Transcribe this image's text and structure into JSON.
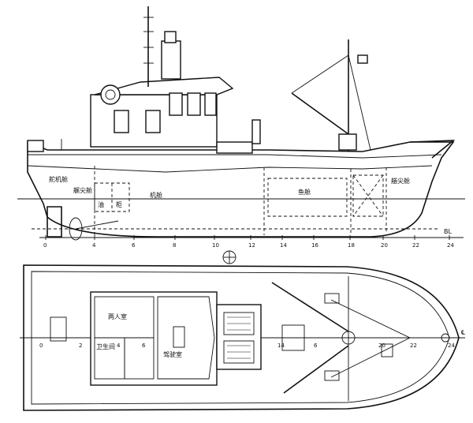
{
  "side_view": {
    "labels": {
      "steering_gear": "舵机舱",
      "aft_fuel_tank": "艉尖舱",
      "engine_room": "机舱",
      "fish_hold": "鱼舱",
      "fore_peak": "艏尖舱",
      "baseline": "BL",
      "tank_a": "油",
      "tank_b": "柜"
    },
    "frame_ticks": [
      "0",
      "4",
      "6",
      "8",
      "10",
      "12",
      "14",
      "16",
      "18",
      "20",
      "22",
      "24"
    ]
  },
  "plan_view": {
    "labels": {
      "crew_room": "两人室",
      "toilet": "卫生间",
      "wheelhouse": "驾驶室",
      "centerline": "℄"
    },
    "frame_ticks": [
      "0",
      "2",
      "4",
      "6",
      "14",
      "6",
      "20",
      "22",
      "24"
    ]
  }
}
